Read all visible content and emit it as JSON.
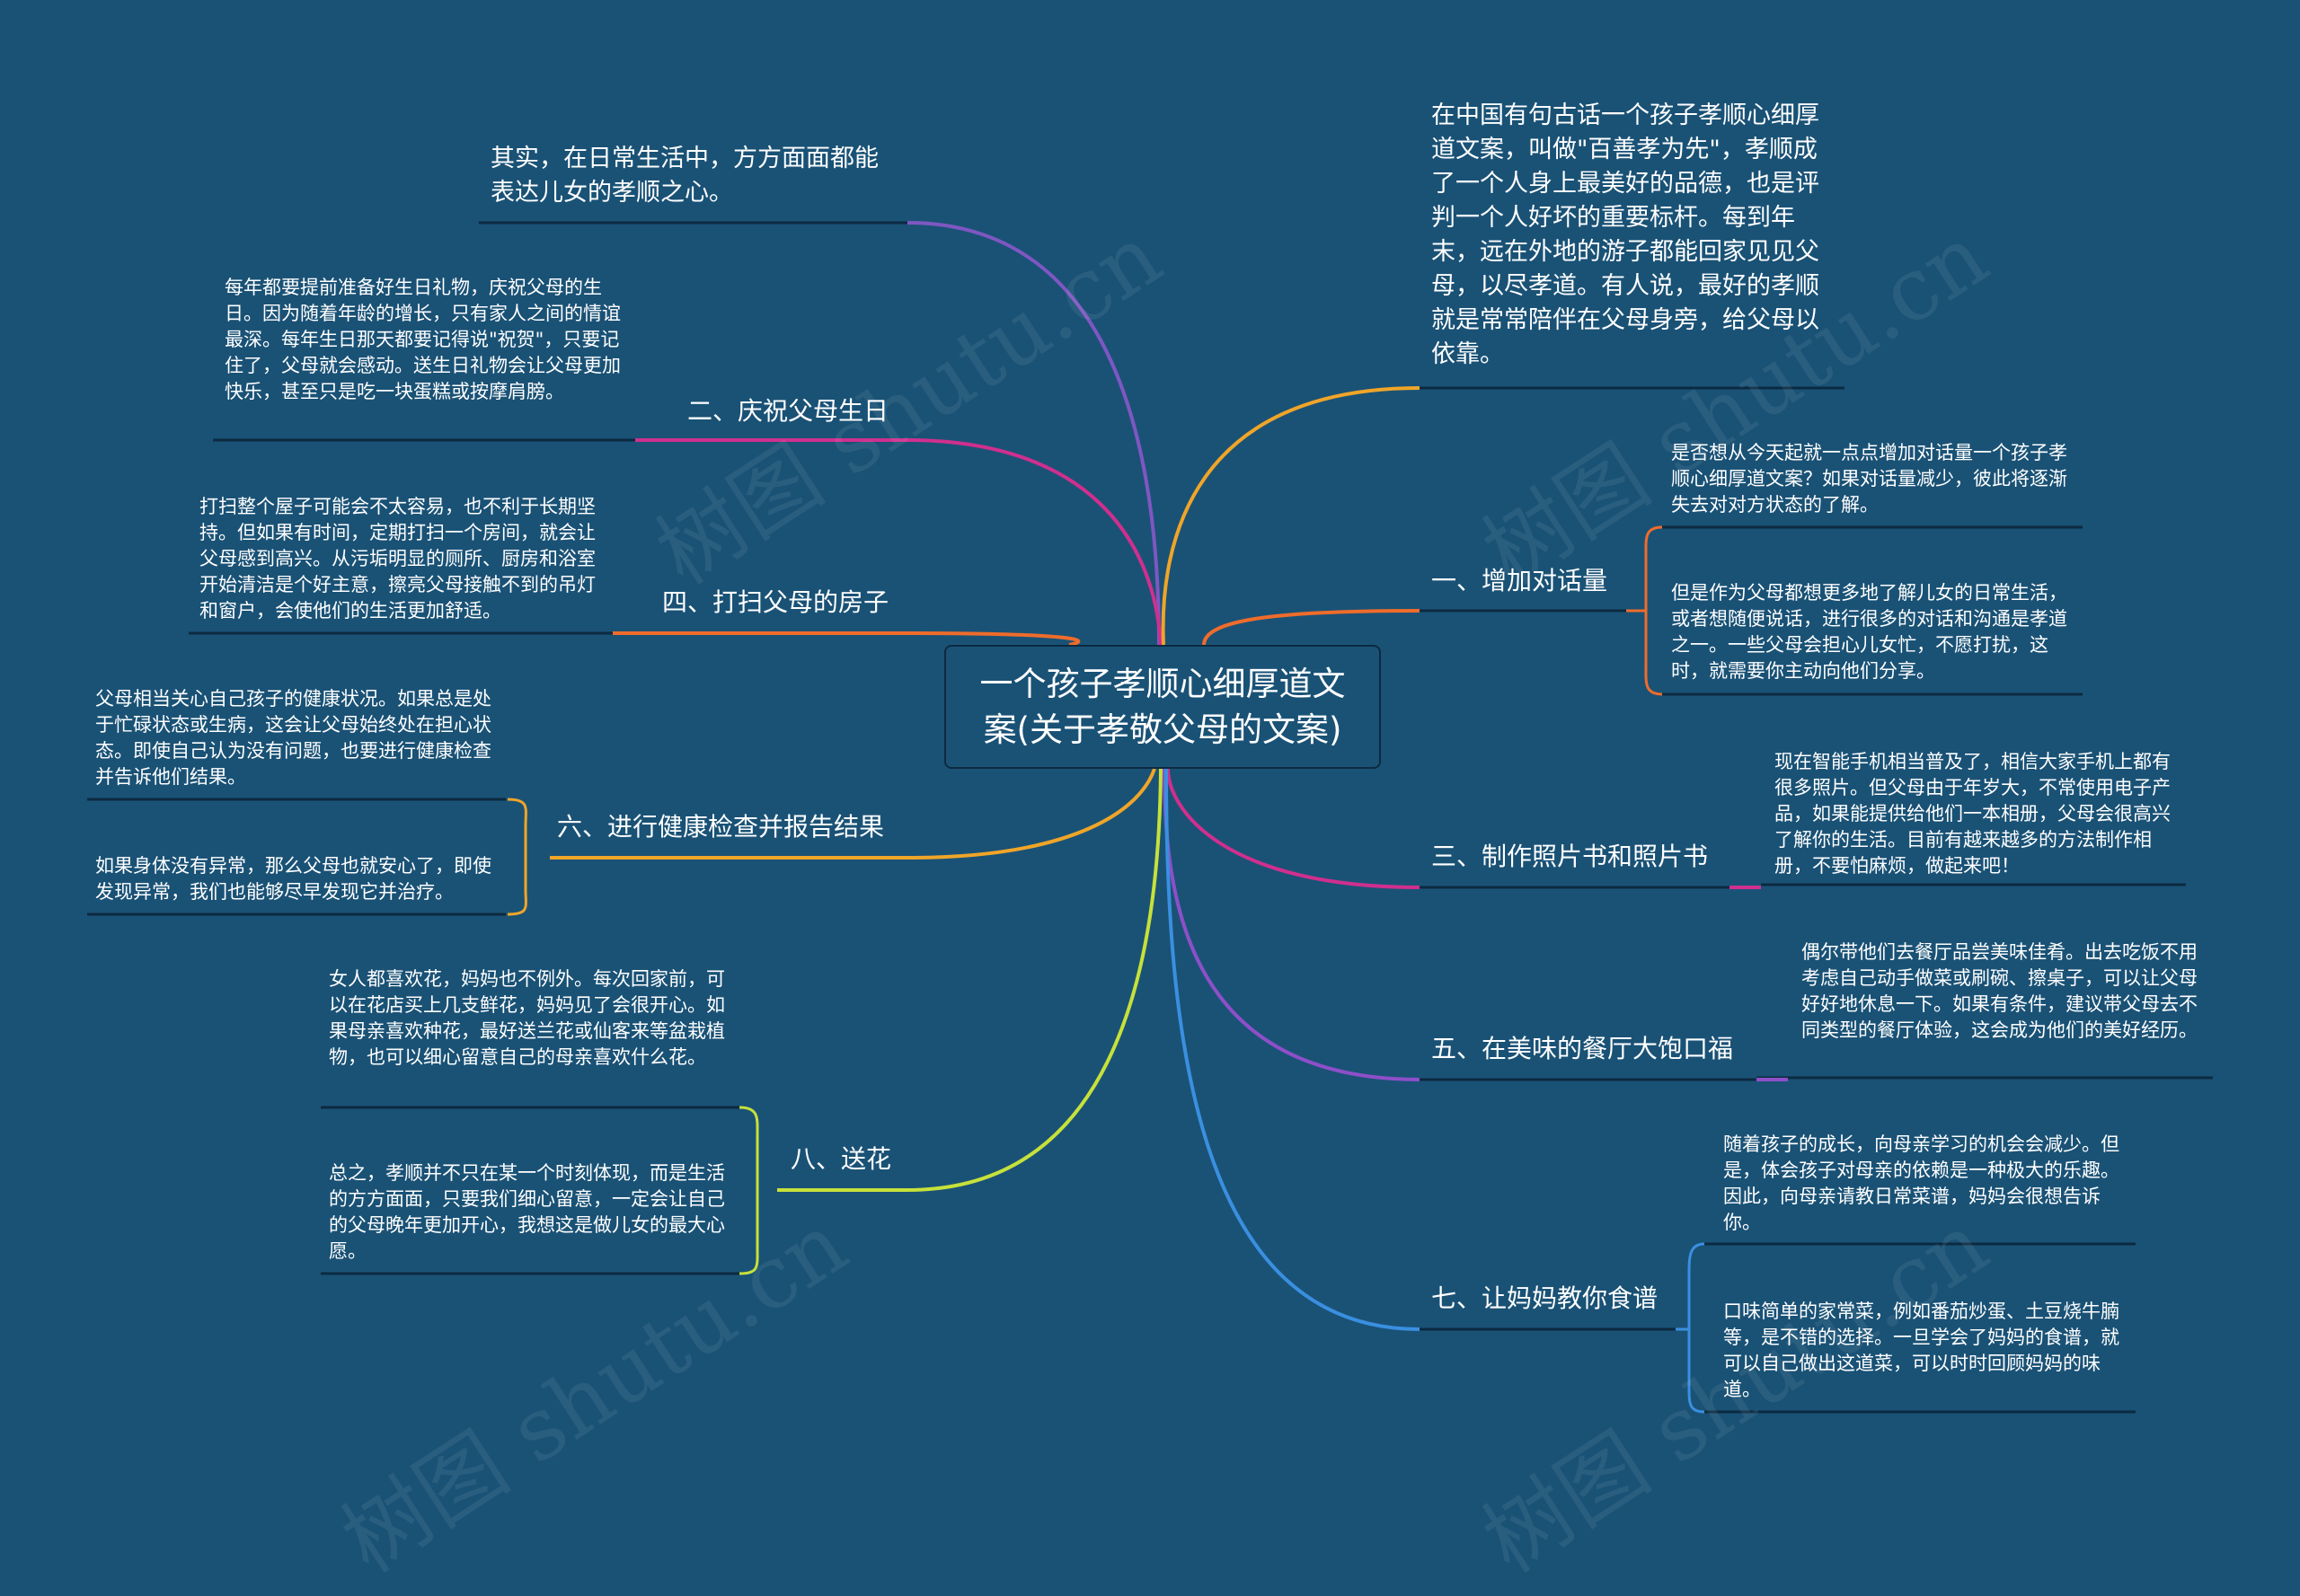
{
  "center": "一个孩子孝顺心细厚道文案(关于孝敬父母的文案)",
  "colors": {
    "background": "#1a5276",
    "underline": "#0c2a40",
    "purple": "#7e57c2",
    "magenta": "#d02f8e",
    "orange": "#ef6c2b",
    "amber": "#f0a528",
    "yellowgreen": "#c6e13a",
    "blue": "#3a8fe0",
    "violet": "#8e4fc9"
  },
  "left": {
    "intro": "其实，在日常生活中，方方面面都能表达儿女的孝顺之心。",
    "birthday": {
      "label": "二、庆祝父母生日",
      "text": "每年都要提前准备好生日礼物，庆祝父母的生日。因为随着年龄的增长，只有家人之间的情谊最深。每年生日那天都要记得说\"祝贺\"，只要记住了，父母就会感动。送生日礼物会让父母更加快乐，甚至只是吃一块蛋糕或按摩肩膀。"
    },
    "cleaning": {
      "label": "四、打扫父母的房子",
      "text": "打扫整个屋子可能会不太容易，也不利于长期坚持。但如果有时间，定期打扫一个房间，就会让父母感到高兴。从污垢明显的厕所、厨房和浴室开始清洁是个好主意，擦亮父母接触不到的吊灯和窗户，会使他们的生活更加舒适。"
    },
    "health": {
      "label": "六、进行健康检查并报告结果",
      "text1": "父母相当关心自己孩子的健康状况。如果总是处于忙碌状态或生病，这会让父母始终处在担心状态。即使自己认为没有问题，也要进行健康检查并告诉他们结果。",
      "text2": "如果身体没有异常，那么父母也就安心了，即使发现异常，我们也能够尽早发现它并治疗。"
    },
    "flowers": {
      "label": "八、送花",
      "text1": "女人都喜欢花，妈妈也不例外。每次回家前，可以在花店买上几支鲜花，妈妈见了会很开心。如果母亲喜欢种花，最好送兰花或仙客来等盆栽植物，也可以细心留意自己的母亲喜欢什么花。",
      "text2": "总之，孝顺并不只在某一个时刻体现，而是生活的方方面面，只要我们细心留意，一定会让自己的父母晚年更加开心，我想这是做儿女的最大心愿。"
    }
  },
  "right": {
    "intro": "在中国有句古话一个孩子孝顺心细厚道文案，叫做\"百善孝为先\"，孝顺成了一个人身上最美好的品德，也是评判一个人好坏的重要标杆。每到年末，远在外地的游子都能回家见见父母，以尽孝道。有人说，最好的孝顺就是常常陪伴在父母身旁，给父母以依靠。",
    "conversation": {
      "label": "一、增加对话量",
      "text1": "是否想从今天起就一点点增加对话量一个孩子孝顺心细厚道文案？如果对话量减少，彼此将逐渐失去对对方状态的了解。",
      "text2": "但是作为父母都想更多地了解儿女的日常生活，或者想随便说话，进行很多的对话和沟通是孝道之一。一些父母会担心儿女忙，不愿打扰，这时，就需要你主动向他们分享。"
    },
    "photos": {
      "label": "三、制作照片书和照片书",
      "text": "现在智能手机相当普及了，相信大家手机上都有很多照片。但父母由于年岁大，不常使用电子产品，如果能提供给他们一本相册，父母会很高兴了解你的生活。目前有越来越多的方法制作相册，不要怕麻烦，做起来吧！"
    },
    "restaurant": {
      "label": "五、在美味的餐厅大饱口福",
      "text": "偶尔带他们去餐厅品尝美味佳肴。出去吃饭不用考虑自己动手做菜或刷碗、擦桌子，可以让父母好好地休息一下。如果有条件，建议带父母去不同类型的餐厅体验，这会成为他们的美好经历。"
    },
    "recipes": {
      "label": "七、让妈妈教你食谱",
      "text1": "随着孩子的成长，向母亲学习的机会会减少。但是，体会孩子对母亲的依赖是一种极大的乐趣。因此，向母亲请教日常菜谱，妈妈会很想告诉你。",
      "text2": "口味简单的家常菜，例如番茄炒蛋、土豆烧牛腩等，是不错的选择。一旦学会了妈妈的食谱，就可以自己做出这道菜，可以时时回顾妈妈的味道。"
    }
  },
  "watermark": "树图 shutu.cn"
}
